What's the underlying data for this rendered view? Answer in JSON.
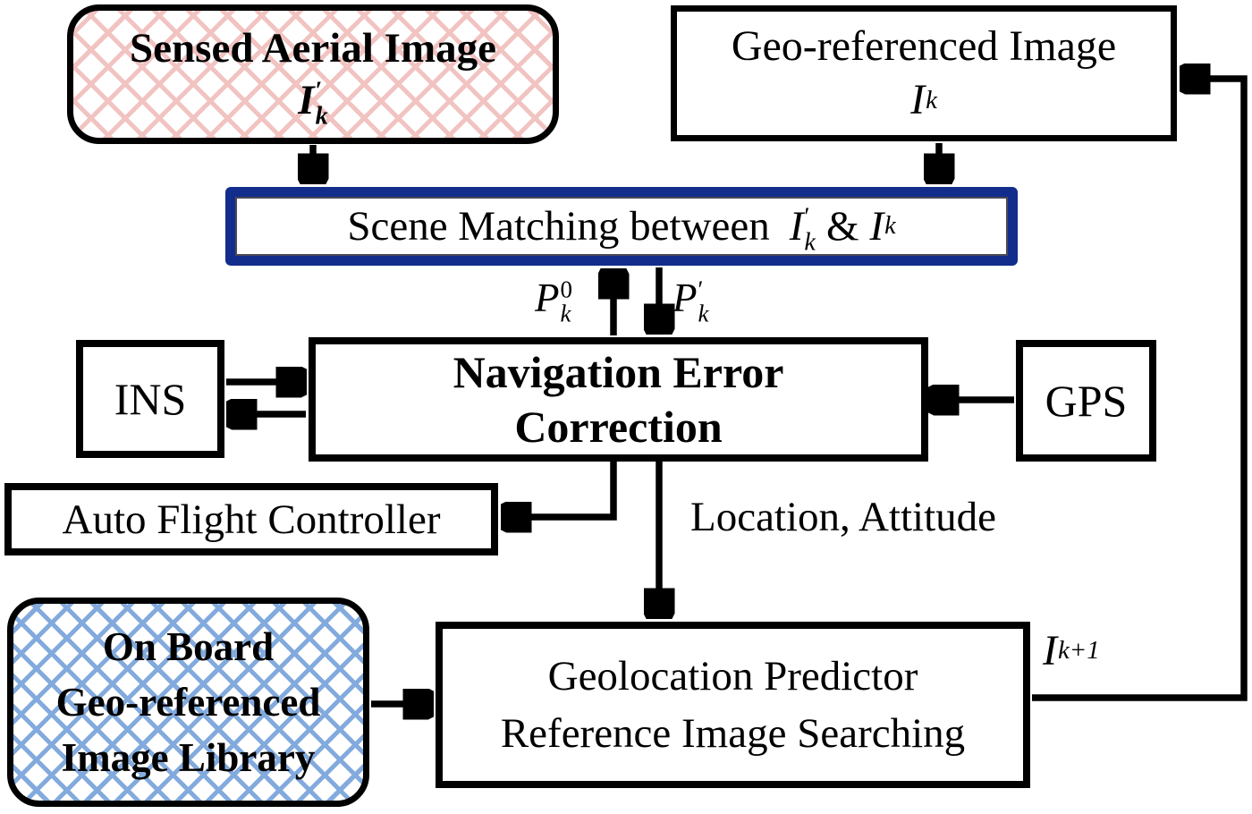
{
  "diagram": {
    "colors": {
      "scene_border": "#132d8d",
      "pink_hatch": "#f1c3c1",
      "blue_hatch": "#82aadd",
      "line": "#000000"
    },
    "boxes": {
      "sensed_aerial_image": {
        "title": "Sensed Aerial Image",
        "symbol": {
          "base": "I",
          "sup": "′",
          "sub": "k"
        }
      },
      "geo_referenced_image": {
        "title": "Geo-referenced Image",
        "symbol": {
          "base": "I",
          "sub": "k"
        }
      },
      "scene_matching": {
        "text": "Scene Matching between",
        "symbol1": {
          "base": "I",
          "sup": "′",
          "sub": "k"
        },
        "conjunction": "&",
        "symbol2": {
          "base": "I",
          "sub": "k"
        }
      },
      "navigation_error_correction": {
        "line1": "Navigation Error",
        "line2": "Correction"
      },
      "ins": {
        "label": "INS"
      },
      "gps": {
        "label": "GPS"
      },
      "auto_flight_controller": {
        "label": "Auto Flight Controller"
      },
      "onboard_library": {
        "line1": "On Board",
        "line2": "Geo-referenced",
        "line3": "Image Library"
      },
      "geolocation_predictor": {
        "line1": "Geolocation Predictor",
        "line2": "Reference Image Searching"
      }
    },
    "edge_labels": {
      "p0k": {
        "base": "P",
        "sup": "0",
        "sub": "k"
      },
      "pprimek": {
        "base": "P",
        "sup": "′",
        "sub": "k"
      },
      "location_attitude": "Location, Attitude",
      "ik_plus_1": {
        "base": "I",
        "sub": "k+1"
      }
    }
  }
}
